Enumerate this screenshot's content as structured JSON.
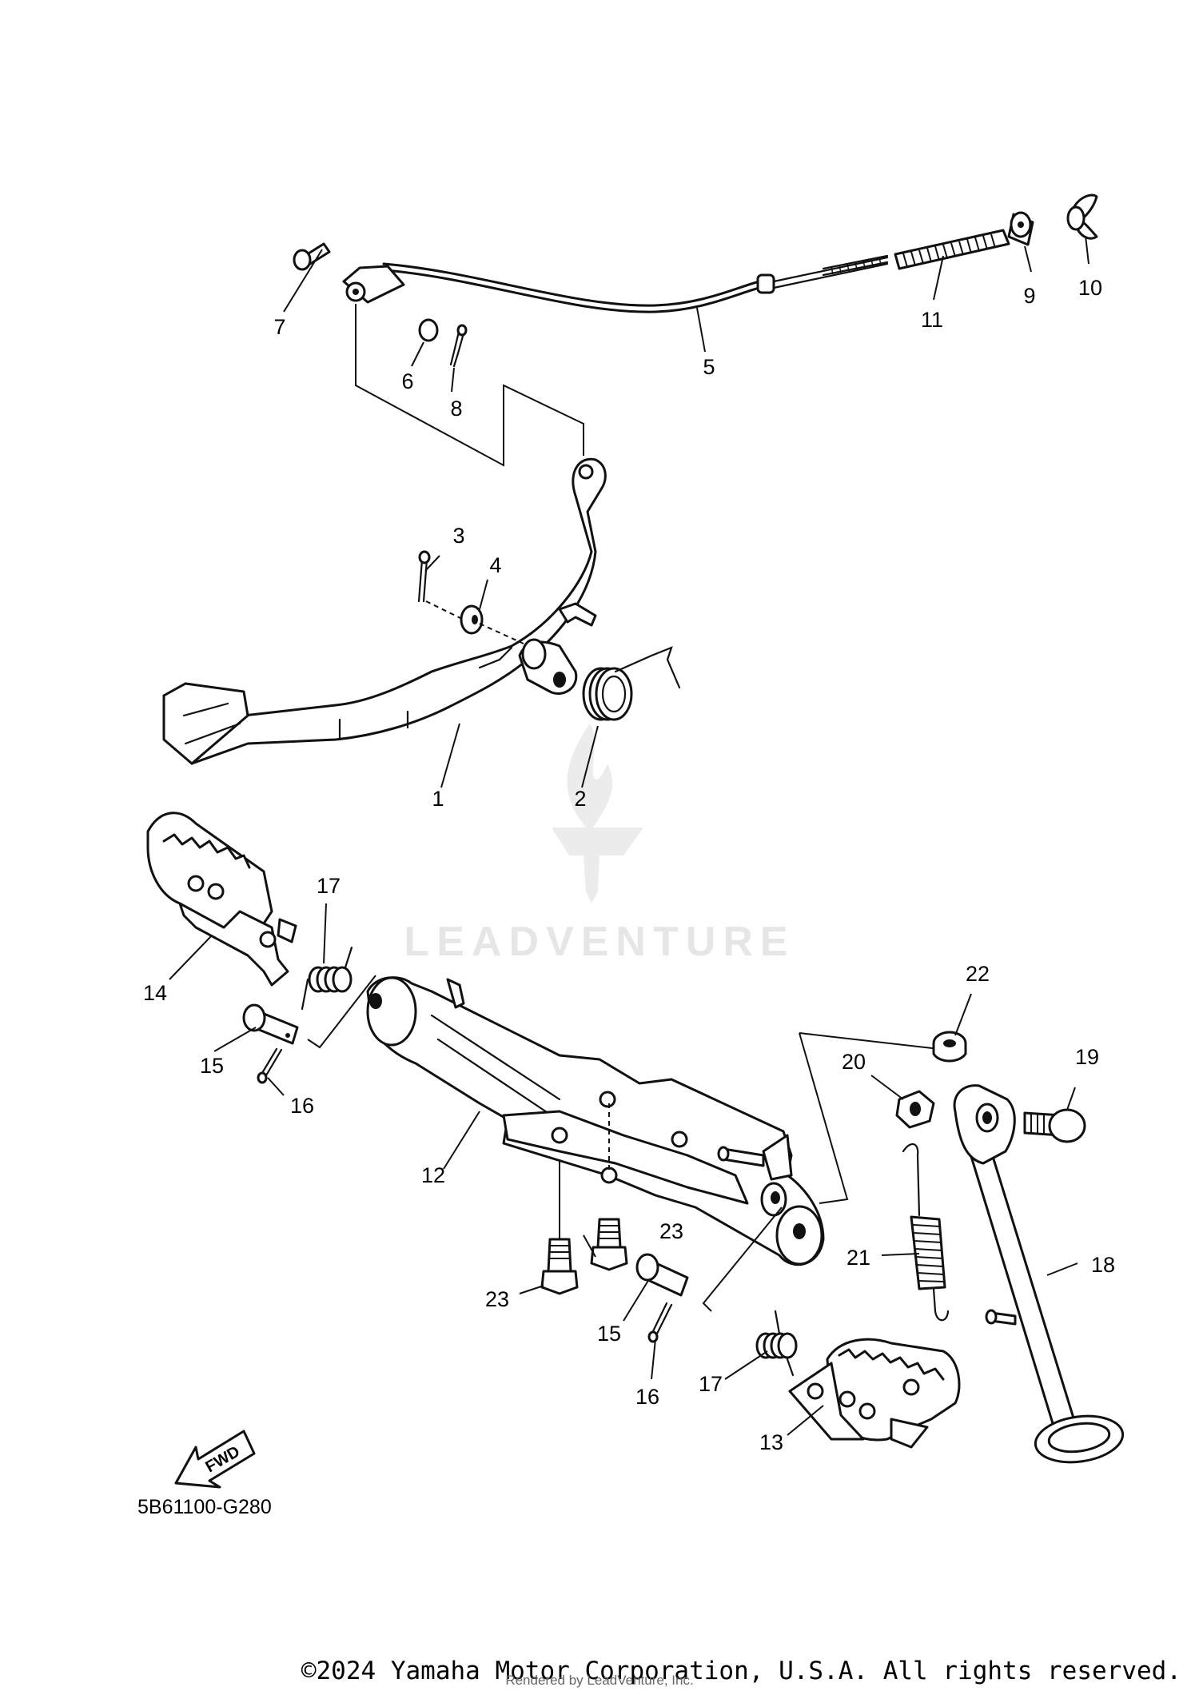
{
  "diagram": {
    "callouts": [
      "1",
      "2",
      "3",
      "4",
      "5",
      "6",
      "7",
      "8",
      "9",
      "10",
      "11",
      "12",
      "13",
      "14",
      "15",
      "15",
      "16",
      "16",
      "17",
      "17",
      "18",
      "19",
      "20",
      "21",
      "22",
      "23",
      "23"
    ],
    "diagram_code": "5B61100-G280",
    "fwd_label": "FWD",
    "watermark": "LEADVENTURE",
    "copyright": "©2024 Yamaha Motor Corporation, U.S.A. All rights reserved.",
    "rendered_by": "Rendered by LeadVenture, Inc."
  }
}
